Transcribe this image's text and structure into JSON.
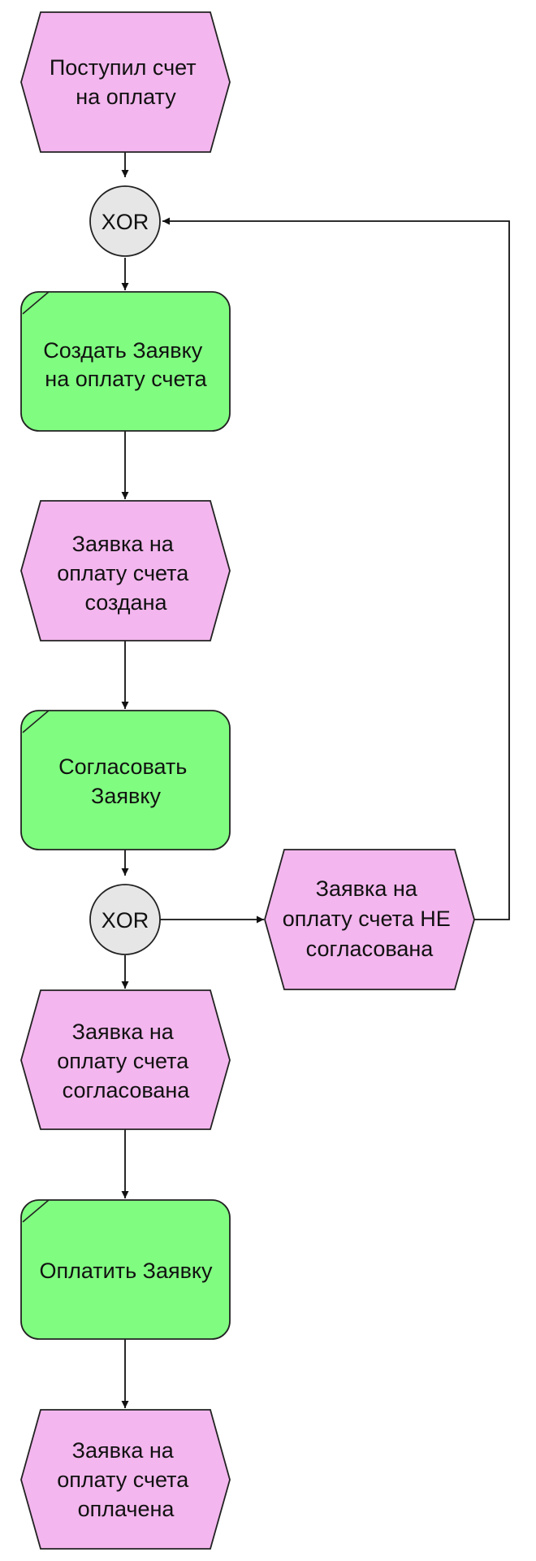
{
  "colors": {
    "event_fill": "#f3b6ee",
    "function_fill": "#80fd80",
    "connector_fill": "#e6e6e6",
    "stroke": "#222222"
  },
  "nodes": {
    "event_invoice_received": {
      "lines": [
        "Поступил счет",
        "на оплату"
      ]
    },
    "xor_merge": {
      "label": "XOR"
    },
    "func_create_request": {
      "lines": [
        "Создать Заявку",
        "на оплату счета"
      ]
    },
    "event_request_created": {
      "lines": [
        "Заявка на",
        "оплату счета",
        "создана"
      ]
    },
    "func_approve_request": {
      "lines": [
        "Согласовать",
        "Заявку"
      ]
    },
    "xor_split": {
      "label": "XOR"
    },
    "event_request_rejected": {
      "lines": [
        "Заявка на",
        "оплату счета НЕ",
        "согласована"
      ]
    },
    "event_request_approved": {
      "lines": [
        "Заявка на",
        "оплату счета",
        "согласована"
      ]
    },
    "func_pay_request": {
      "lines": [
        "Оплатить Заявку"
      ]
    },
    "event_request_paid": {
      "lines": [
        "Заявка на",
        "оплату счета",
        "оплачена"
      ]
    }
  }
}
